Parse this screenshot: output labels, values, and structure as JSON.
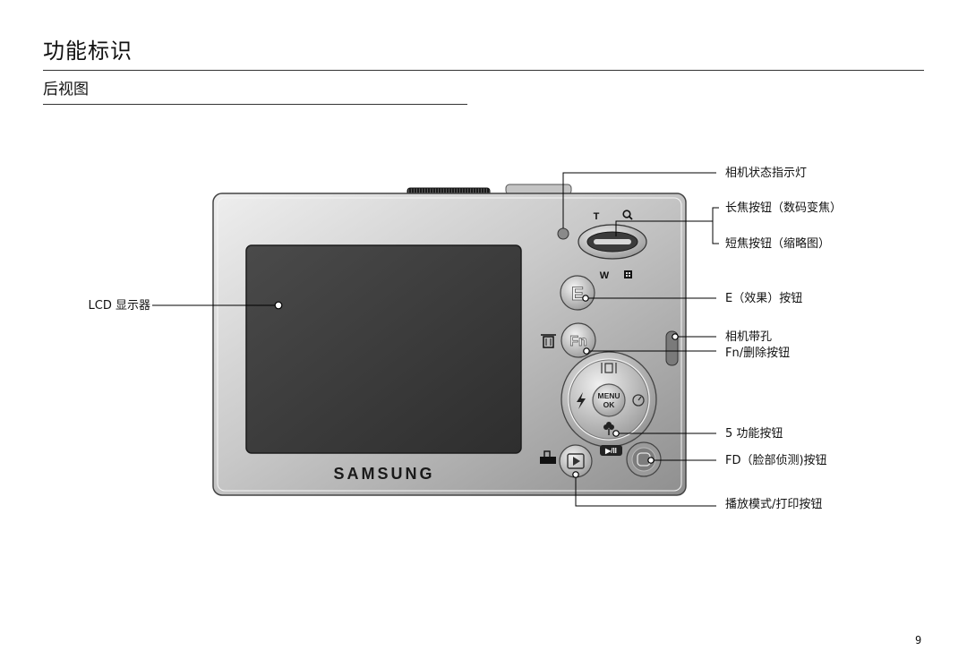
{
  "page": {
    "title": "功能标识",
    "subtitle": "后视图",
    "page_number": "9"
  },
  "camera": {
    "brand": "SAMSUNG",
    "zoom_tele": "T",
    "zoom_wide": "W",
    "e_button": "E",
    "fn_button": "Fn",
    "menu_label": "MENU",
    "ok_label": "OK",
    "play_pause_label": "▶/II"
  },
  "callouts": {
    "lcd": "LCD 显示器",
    "status_lamp": "相机状态指示灯",
    "tele": "长焦按钮（数码变焦）",
    "wide": "短焦按钮（缩略图）",
    "e_button": "E（效果）按钮",
    "strap": "相机带孔",
    "fn_delete": "Fn/删除按钮",
    "five_function": "5 功能按钮",
    "fd": "FD（脸部侦测)按钮",
    "playback": "播放模式/打印按钮"
  },
  "colors": {
    "body_light": "#e2e2e2",
    "body_dark": "#9c9c9c",
    "lcd": "#3b3b3b",
    "line": "#000000"
  }
}
